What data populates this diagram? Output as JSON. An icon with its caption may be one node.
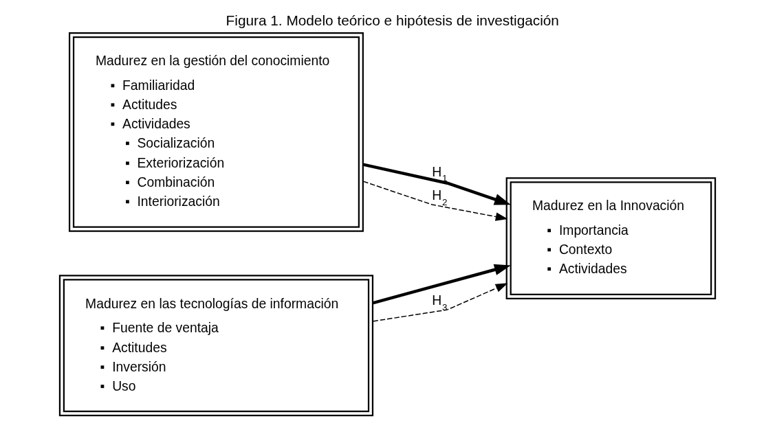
{
  "diagram": {
    "title": "Figura 1. Modelo teórico e hipótesis de investigación",
    "nodes": [
      {
        "text": [
          "Madurez en la gestión del conocimiento",
          "▪  Familiaridad",
          "▪  Actitudes",
          "▪  Actividades",
          "▪  Socialización",
          "▪  Exteriorización",
          "▪  Combinación",
          "▪  Interiorización"
        ]
      },
      {
        "text": [
          "Madurez en las tecnologías de información",
          "▪  Fuente de ventaja",
          "▪  Actitudes",
          "▪  Inversión",
          "▪  Uso"
        ]
      },
      {
        "text": [
          "Madurez en la Innovación",
          "▪  Importancia",
          "▪  Contexto",
          "▪  Actividades"
        ]
      }
    ],
    "edges": [
      {
        "from": 0,
        "to": 2,
        "arrow": "to",
        "style": "thick",
        "label": "H$_{1}$"
      },
      {
        "from": 1,
        "to": 2,
        "arrow": "to",
        "style": "thick"
      },
      {
        "from": 0,
        "to": 2,
        "arrow": "to",
        "style": "dashed",
        "label": "H$_{2}$"
      },
      {
        "from": 1,
        "to": 2,
        "arrow": "to",
        "style": "dashed",
        "label": "H$_{3}$"
      }
    ]
  }
}
